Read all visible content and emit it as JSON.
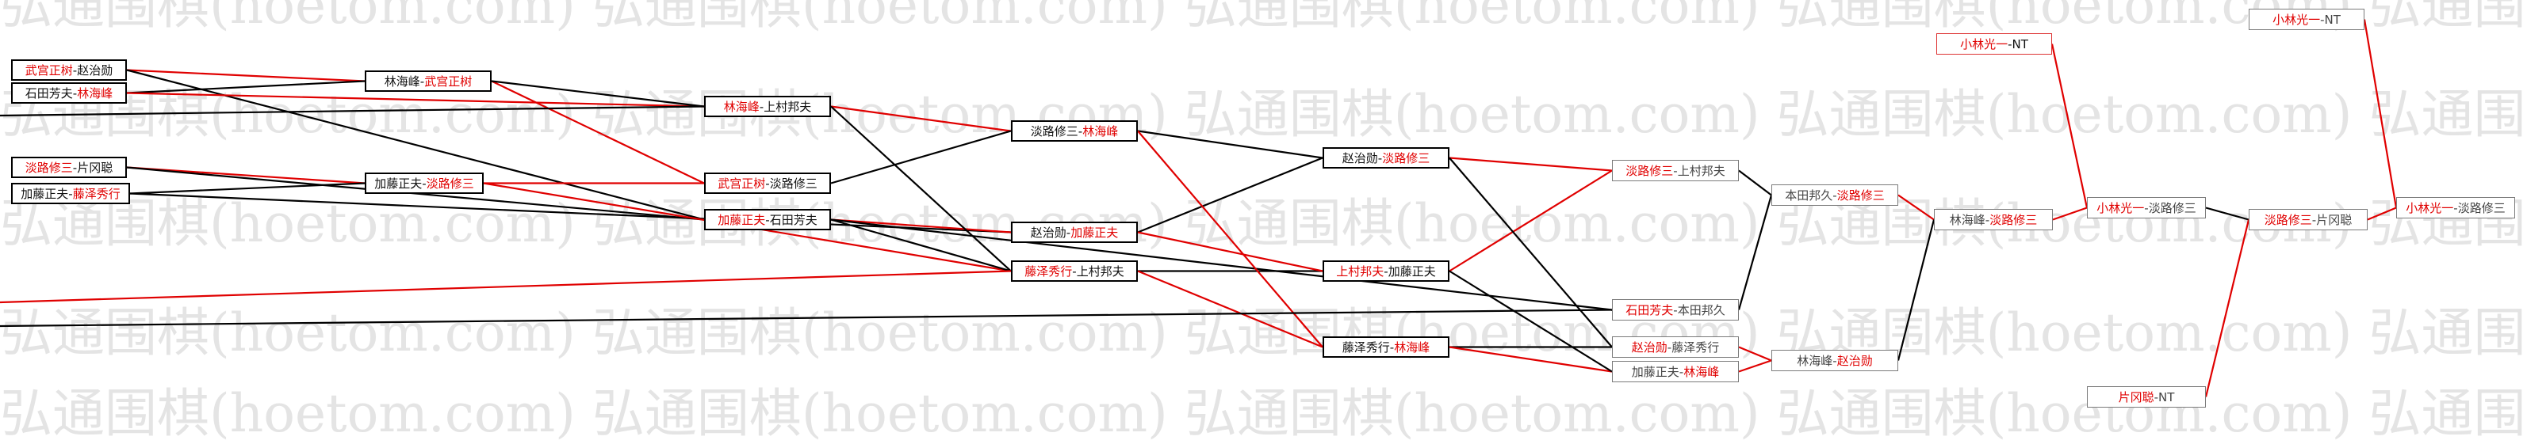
{
  "watermark": "弘通围棋(hoetom.com) 弘通围棋(hoetom.com) 弘通围棋(hoetom.com) 弘通围棋(hoetom.com) 弘通围棋(hoetom.com) 弘通围棋(hoetom.c",
  "colors": {
    "win": "#e00000",
    "line": "#000000",
    "node_border": "#000000"
  },
  "nodes": [
    {
      "id": "r1m1",
      "style": "thick",
      "a": "武宫正树",
      "b": "赵治勋",
      "win": "a"
    },
    {
      "id": "r1m2",
      "style": "thick",
      "a": "石田芳夫",
      "b": "林海峰",
      "win": "b"
    },
    {
      "id": "r1m3",
      "style": "thick",
      "a": "淡路修三",
      "b": "片冈聪",
      "win": "a"
    },
    {
      "id": "r1m4",
      "style": "thick",
      "a": "加藤正夫",
      "b": "藤泽秀行",
      "win": "b"
    },
    {
      "id": "r2m1",
      "style": "thick",
      "a": "林海峰",
      "b": "武宫正树",
      "win": "b"
    },
    {
      "id": "r2m2",
      "style": "thick",
      "a": "加藤正夫",
      "b": "淡路修三",
      "win": "b"
    },
    {
      "id": "r3m1",
      "style": "thick",
      "a": "林海峰",
      "b": "上村邦夫",
      "win": "a"
    },
    {
      "id": "r3m2",
      "style": "thick",
      "a": "武宫正树",
      "b": "淡路修三",
      "win": "a"
    },
    {
      "id": "r3m3",
      "style": "thick",
      "a": "加藤正夫",
      "b": "石田芳夫",
      "win": "a"
    },
    {
      "id": "r4m1",
      "style": "thick",
      "a": "淡路修三",
      "b": "林海峰",
      "win": "b"
    },
    {
      "id": "r4m2",
      "style": "thick",
      "a": "赵治勋",
      "b": "加藤正夫",
      "win": "b"
    },
    {
      "id": "r4m3",
      "style": "thick",
      "a": "藤泽秀行",
      "b": "上村邦夫",
      "win": "a"
    },
    {
      "id": "r5m1",
      "style": "thick",
      "a": "赵治勋",
      "b": "淡路修三",
      "win": "b"
    },
    {
      "id": "r5m2",
      "style": "thick",
      "a": "上村邦夫",
      "b": "加藤正夫",
      "win": "a"
    },
    {
      "id": "r5m3",
      "style": "thick",
      "a": "藤泽秀行",
      "b": "林海峰",
      "win": "b"
    },
    {
      "id": "r6m1",
      "style": "gray",
      "a": "淡路修三",
      "b": "上村邦夫",
      "win": "a"
    },
    {
      "id": "r6m2",
      "style": "gray",
      "a": "石田芳夫",
      "b": "本田邦久",
      "win": "a"
    },
    {
      "id": "r6m3",
      "style": "gray",
      "a": "赵治勋",
      "b": "藤泽秀行",
      "win": "a"
    },
    {
      "id": "r6m4",
      "style": "gray",
      "a": "加藤正夫",
      "b": "林海峰",
      "win": "b"
    },
    {
      "id": "r7m1",
      "style": "gray",
      "a": "本田邦久",
      "b": "淡路修三",
      "win": "b"
    },
    {
      "id": "r7m2",
      "style": "gray",
      "a": "林海峰",
      "b": "赵治勋",
      "win": "b"
    },
    {
      "id": "r8m1",
      "style": "gray",
      "a": "林海峰",
      "b": "淡路修三",
      "win": "b"
    },
    {
      "id": "r9m0",
      "style": "red",
      "a": "小林光一",
      "b": "NT",
      "win": "a"
    },
    {
      "id": "r9m1",
      "style": "gray",
      "a": "小林光一",
      "b": "淡路修三",
      "win": "a"
    },
    {
      "id": "r10m1",
      "style": "gray",
      "a": "淡路修三",
      "b": "片冈聪",
      "win": "a"
    },
    {
      "id": "r10m2",
      "style": "gray",
      "a": "片冈聪",
      "b": "NT",
      "win": "a"
    },
    {
      "id": "r11m0",
      "style": "gray",
      "a": "小林光一",
      "b": "NT",
      "win": "a"
    },
    {
      "id": "r11m1",
      "style": "gray",
      "a": "小林光一",
      "b": "淡路修三",
      "win": "a"
    }
  ]
}
